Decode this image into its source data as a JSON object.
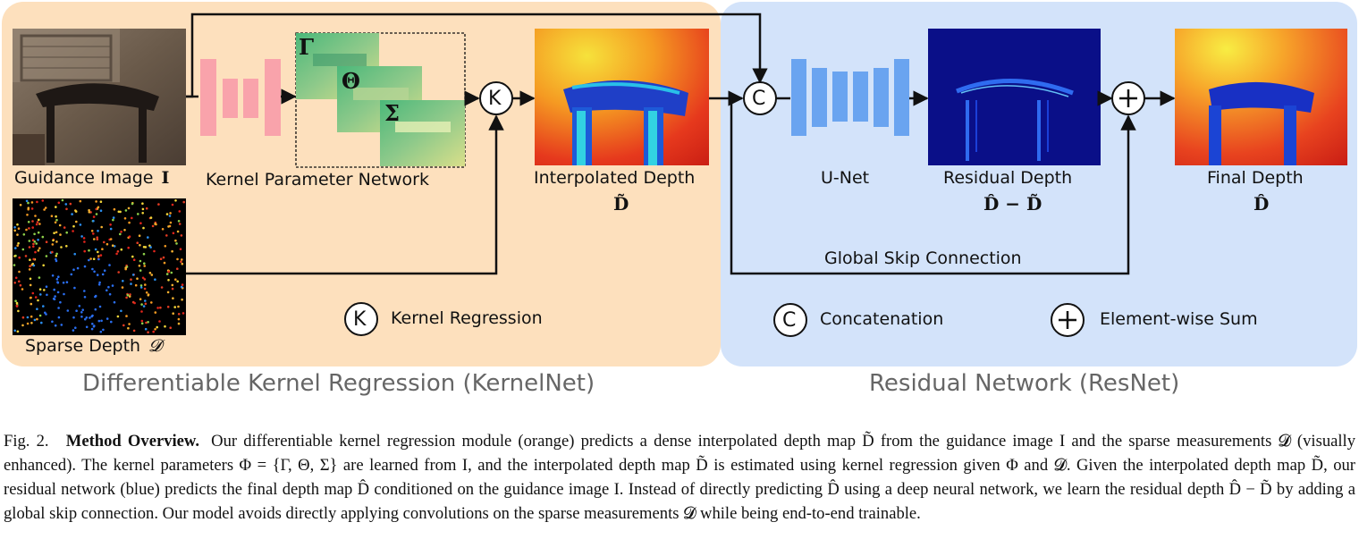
{
  "panels": {
    "left_caption": "Differentiable Kernel Regression (KernelNet)",
    "right_caption": "Residual Network (ResNet)",
    "left_color": "#fde0bd",
    "right_color": "#d3e3fa"
  },
  "labels": {
    "guidance": "Guidance Image",
    "guidance_sym": "I",
    "sparse": "Sparse Depth",
    "sparse_sym": "𝓓",
    "kpn": "Kernel Parameter Network",
    "interp": "Interpolated Depth",
    "interp_sym": "D̃",
    "unet": "U-Net",
    "residual": "Residual Depth",
    "residual_sym": "D̂ − D̃",
    "final": "Final Depth",
    "final_sym": "D̂",
    "skip": "Global Skip Connection"
  },
  "kernel_maps": [
    "Γ",
    "Θ",
    "Σ"
  ],
  "operators": {
    "kernel_letter": "K",
    "concat_letter": "C",
    "sum_letter": "+"
  },
  "legend": {
    "kernel": "Kernel Regression",
    "concat": "Concatenation",
    "sum": "Element-wise Sum"
  },
  "caption": {
    "fig_no": "Fig. 2.",
    "title": "Method Overview.",
    "body": "Our differentiable kernel regression module (orange) predicts a dense interpolated depth map D̃ from the guidance image I and the sparse measurements 𝓓 (visually enhanced). The kernel parameters Φ = {Γ, Θ, Σ} are learned from I, and the interpolated depth map D̃ is estimated using kernel regression given Φ and 𝓓. Given the interpolated depth map D̃, our residual network (blue) predicts the final depth map D̂ conditioned on the guidance image I. Instead of directly predicting D̂ using a deep neural network, we learn the residual depth D̂ − D̃ by adding a global skip connection. Our model avoids directly applying convolutions on the sparse measurements 𝓓 while being end-to-end trainable."
  },
  "colors": {
    "encoder_pink": "#f9a3ab",
    "unet_blue": "#6aa4f0",
    "arrow": "#111111"
  }
}
